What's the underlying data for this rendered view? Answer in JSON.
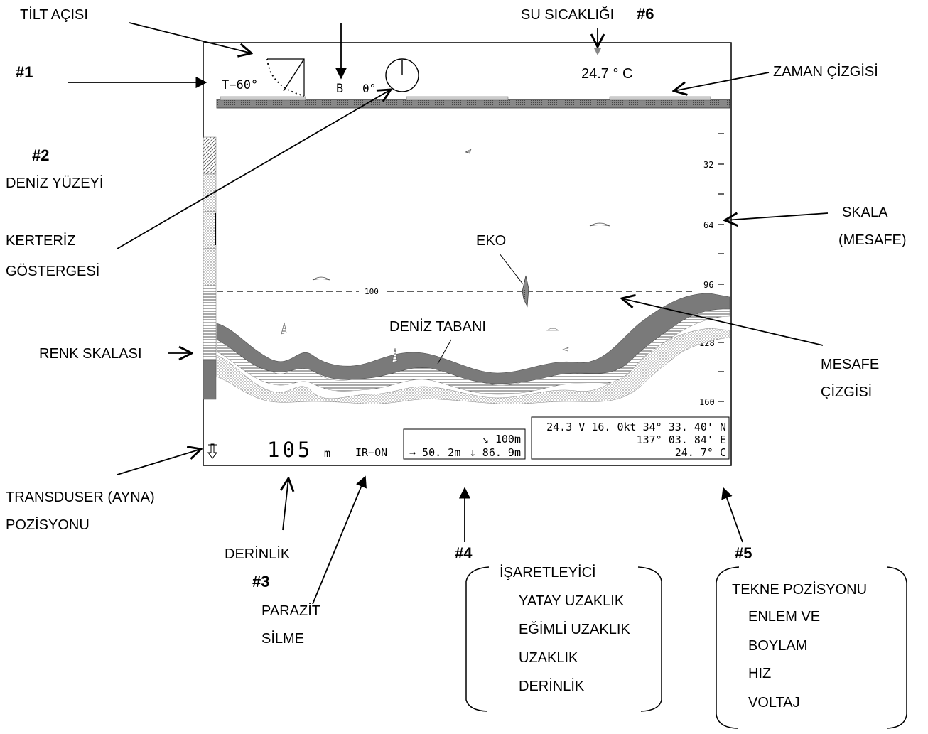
{
  "annotations": {
    "tilt_angle": "TİLT AÇISI",
    "marker1": "#1",
    "marker2": "#2",
    "sea_surface": "DENİZ YÜZEYİ",
    "bearing_indicator_1": "KERTERİZ",
    "bearing_indicator_2": "GÖSTERGESİ",
    "color_scale": "RENK SKALASI",
    "transducer_1": "TRANSDUSER (AYNA)",
    "transducer_2": "POZİSYONU",
    "depth": "DERİNLİK",
    "marker3": "#3",
    "noise_1": "PARAZİT",
    "noise_2": "SİLME",
    "water_temp": "SU SICAKLIĞI",
    "marker6": "#6",
    "time_line": "ZAMAN ÇİZGİSİ",
    "scale_1": "SKALA",
    "scale_2": "(MESAFE)",
    "echo": "EKO",
    "sea_bottom": "DENİZ TABANI",
    "range_line_1": "MESAFE",
    "range_line_2": "ÇİZGİSİ",
    "marker4": "#4",
    "marker5": "#5",
    "marker_box": [
      "İŞARETLEYİCİ",
      "YATAY UZAKLIK",
      "EĞİMLİ UZAKLIK",
      "UZAKLIK",
      "DERİNLİK"
    ],
    "ship_box": [
      "TEKNE POZİSYONU",
      "ENLEM VE",
      "BOYLAM",
      "HIZ",
      "VOLTAJ"
    ]
  },
  "screen": {
    "tilt_readout": "T−60°",
    "bearing_letter": "B",
    "bearing_value": "0°",
    "temperature": "24.7 ° C",
    "scale_ticks": [
      "32",
      "64",
      "96",
      "128",
      "160"
    ],
    "range_line_value": "100",
    "depth_value": "105",
    "depth_unit": "m",
    "noise_status": "IR−ON",
    "marker_slant": "↘ 100m",
    "marker_horizontal": "→ 50. 2m",
    "marker_depth": "↓ 86. 9m",
    "nav_line1": "24.3 V  16. 0kt  34° 33. 40' N",
    "nav_line2": "137° 03. 84' E",
    "nav_line3": "24. 7° C"
  }
}
